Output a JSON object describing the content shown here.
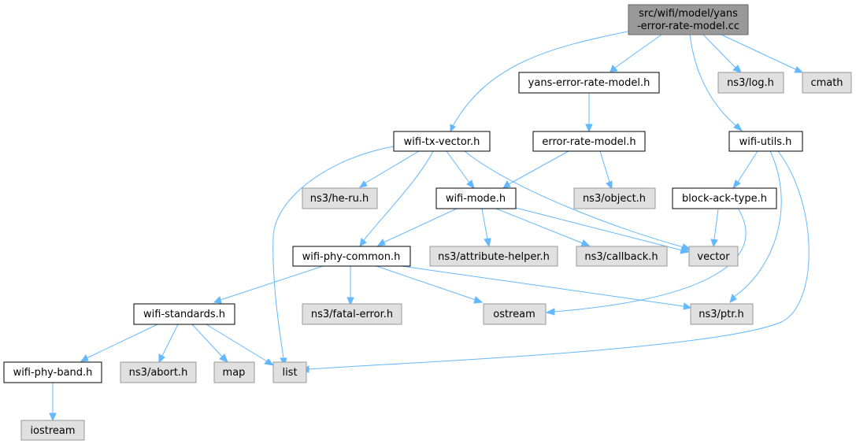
{
  "graph": {
    "main_node": {
      "line1": "src/wifi/model/yans",
      "line2": "-error-rate-model.cc"
    },
    "nodes": {
      "yans_h": "yans-error-rate-model.h",
      "ns3_log": "ns3/log.h",
      "cmath": "cmath",
      "tx_vector": "wifi-tx-vector.h",
      "erm_h": "error-rate-model.h",
      "wifi_utils": "wifi-utils.h",
      "he_ru": "ns3/he-ru.h",
      "wifi_mode": "wifi-mode.h",
      "ns3_object": "ns3/object.h",
      "block_ack": "block-ack-type.h",
      "phy_common": "wifi-phy-common.h",
      "attr_helper": "ns3/attribute-helper.h",
      "callback": "ns3/callback.h",
      "vector": "vector",
      "standards": "wifi-standards.h",
      "fatal_error": "ns3/fatal-error.h",
      "ostream": "ostream",
      "ns3_ptr": "ns3/ptr.h",
      "phy_band": "wifi-phy-band.h",
      "abort": "ns3/abort.h",
      "map": "map",
      "list": "list",
      "iostream": "iostream"
    },
    "colors": {
      "edge": "#63b8ff",
      "main_fill": "#999999",
      "main_stroke": "#666666",
      "local_fill": "#ffffff",
      "local_stroke": "#000000",
      "external_fill": "#e0e0e0",
      "external_stroke": "#999999"
    }
  }
}
